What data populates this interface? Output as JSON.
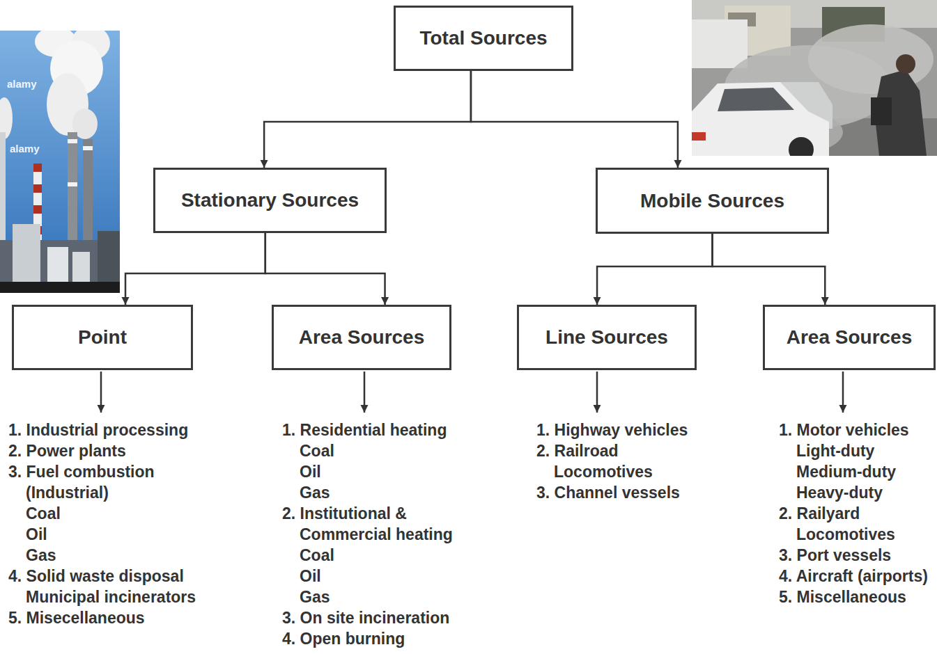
{
  "diagram": {
    "nodes": [
      {
        "text": [
          "Total Sources"
        ]
      },
      {
        "text": [
          "Stationary Sources"
        ]
      },
      {
        "text": [
          "Mobile Sources"
        ]
      },
      {
        "text": [
          "Point"
        ]
      },
      {
        "text": [
          "Area Sources"
        ]
      },
      {
        "text": [
          "Line Sources"
        ]
      },
      {
        "text": [
          "Area Sources"
        ]
      }
    ],
    "edges": [
      {
        "from": 0,
        "to": 1,
        "arrow": "to"
      },
      {
        "from": 0,
        "to": 2,
        "arrow": "to"
      },
      {
        "from": 1,
        "to": 3,
        "arrow": "to"
      },
      {
        "from": 1,
        "to": 4,
        "arrow": "to"
      },
      {
        "from": 2,
        "to": 5,
        "arrow": "to"
      },
      {
        "from": 2,
        "to": 6,
        "arrow": "to"
      }
    ],
    "labels": [
      "1. Industrial processing",
      "2. Power plants",
      "3. Fuel combustion (Industrial)",
      "Coal",
      "Oil",
      "Gas",
      "4. Solid waste disposal",
      "Municipal incinerators",
      "5. Misecellaneous",
      "1. Residential heating",
      "Coal",
      "Oil",
      "Gas",
      "2. Institutional & Commercial heating",
      "Coal",
      "Oil",
      "Gas",
      "3. On site incineration",
      "4. Open burning",
      "1. Highway vehicles",
      "2. Railroad",
      "Locomotives",
      "3. Channel vessels",
      "1. Motor vehicles",
      "Light-duty",
      "Medium-duty",
      "Heavy-duty",
      "2. Railyard",
      "Locomotives",
      "3. Port vessels",
      "4. Aircraft (airports)",
      "5. Miscellaneous",
      "alamy",
      "alamy"
    ]
  }
}
